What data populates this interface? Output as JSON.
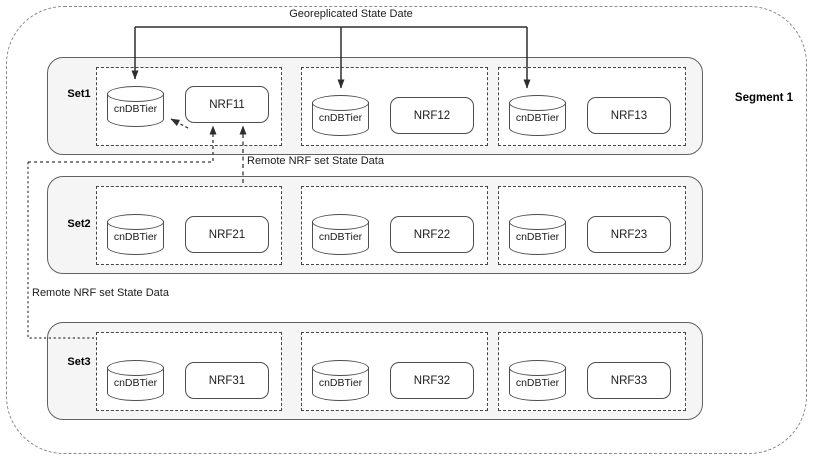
{
  "diagram": {
    "segment_label": "Segment 1",
    "flows": {
      "georeplicated_label": "Georeplicated State Date",
      "remote_set2_label": "Remote NRF set State Data",
      "remote_set3_label": "Remote NRF set State Data"
    },
    "sets": [
      {
        "label": "Set1",
        "nodes": [
          {
            "db": "cnDBTier",
            "nrf": "NRF11"
          },
          {
            "db": "cnDBTier",
            "nrf": "NRF12"
          },
          {
            "db": "cnDBTier",
            "nrf": "NRF13"
          }
        ]
      },
      {
        "label": "Set2",
        "nodes": [
          {
            "db": "cnDBTier",
            "nrf": "NRF21"
          },
          {
            "db": "cnDBTier",
            "nrf": "NRF22"
          },
          {
            "db": "cnDBTier",
            "nrf": "NRF23"
          }
        ]
      },
      {
        "label": "Set3",
        "nodes": [
          {
            "db": "cnDBTier",
            "nrf": "NRF31"
          },
          {
            "db": "cnDBTier",
            "nrf": "NRF32"
          },
          {
            "db": "cnDBTier",
            "nrf": "NRF33"
          }
        ]
      }
    ]
  }
}
